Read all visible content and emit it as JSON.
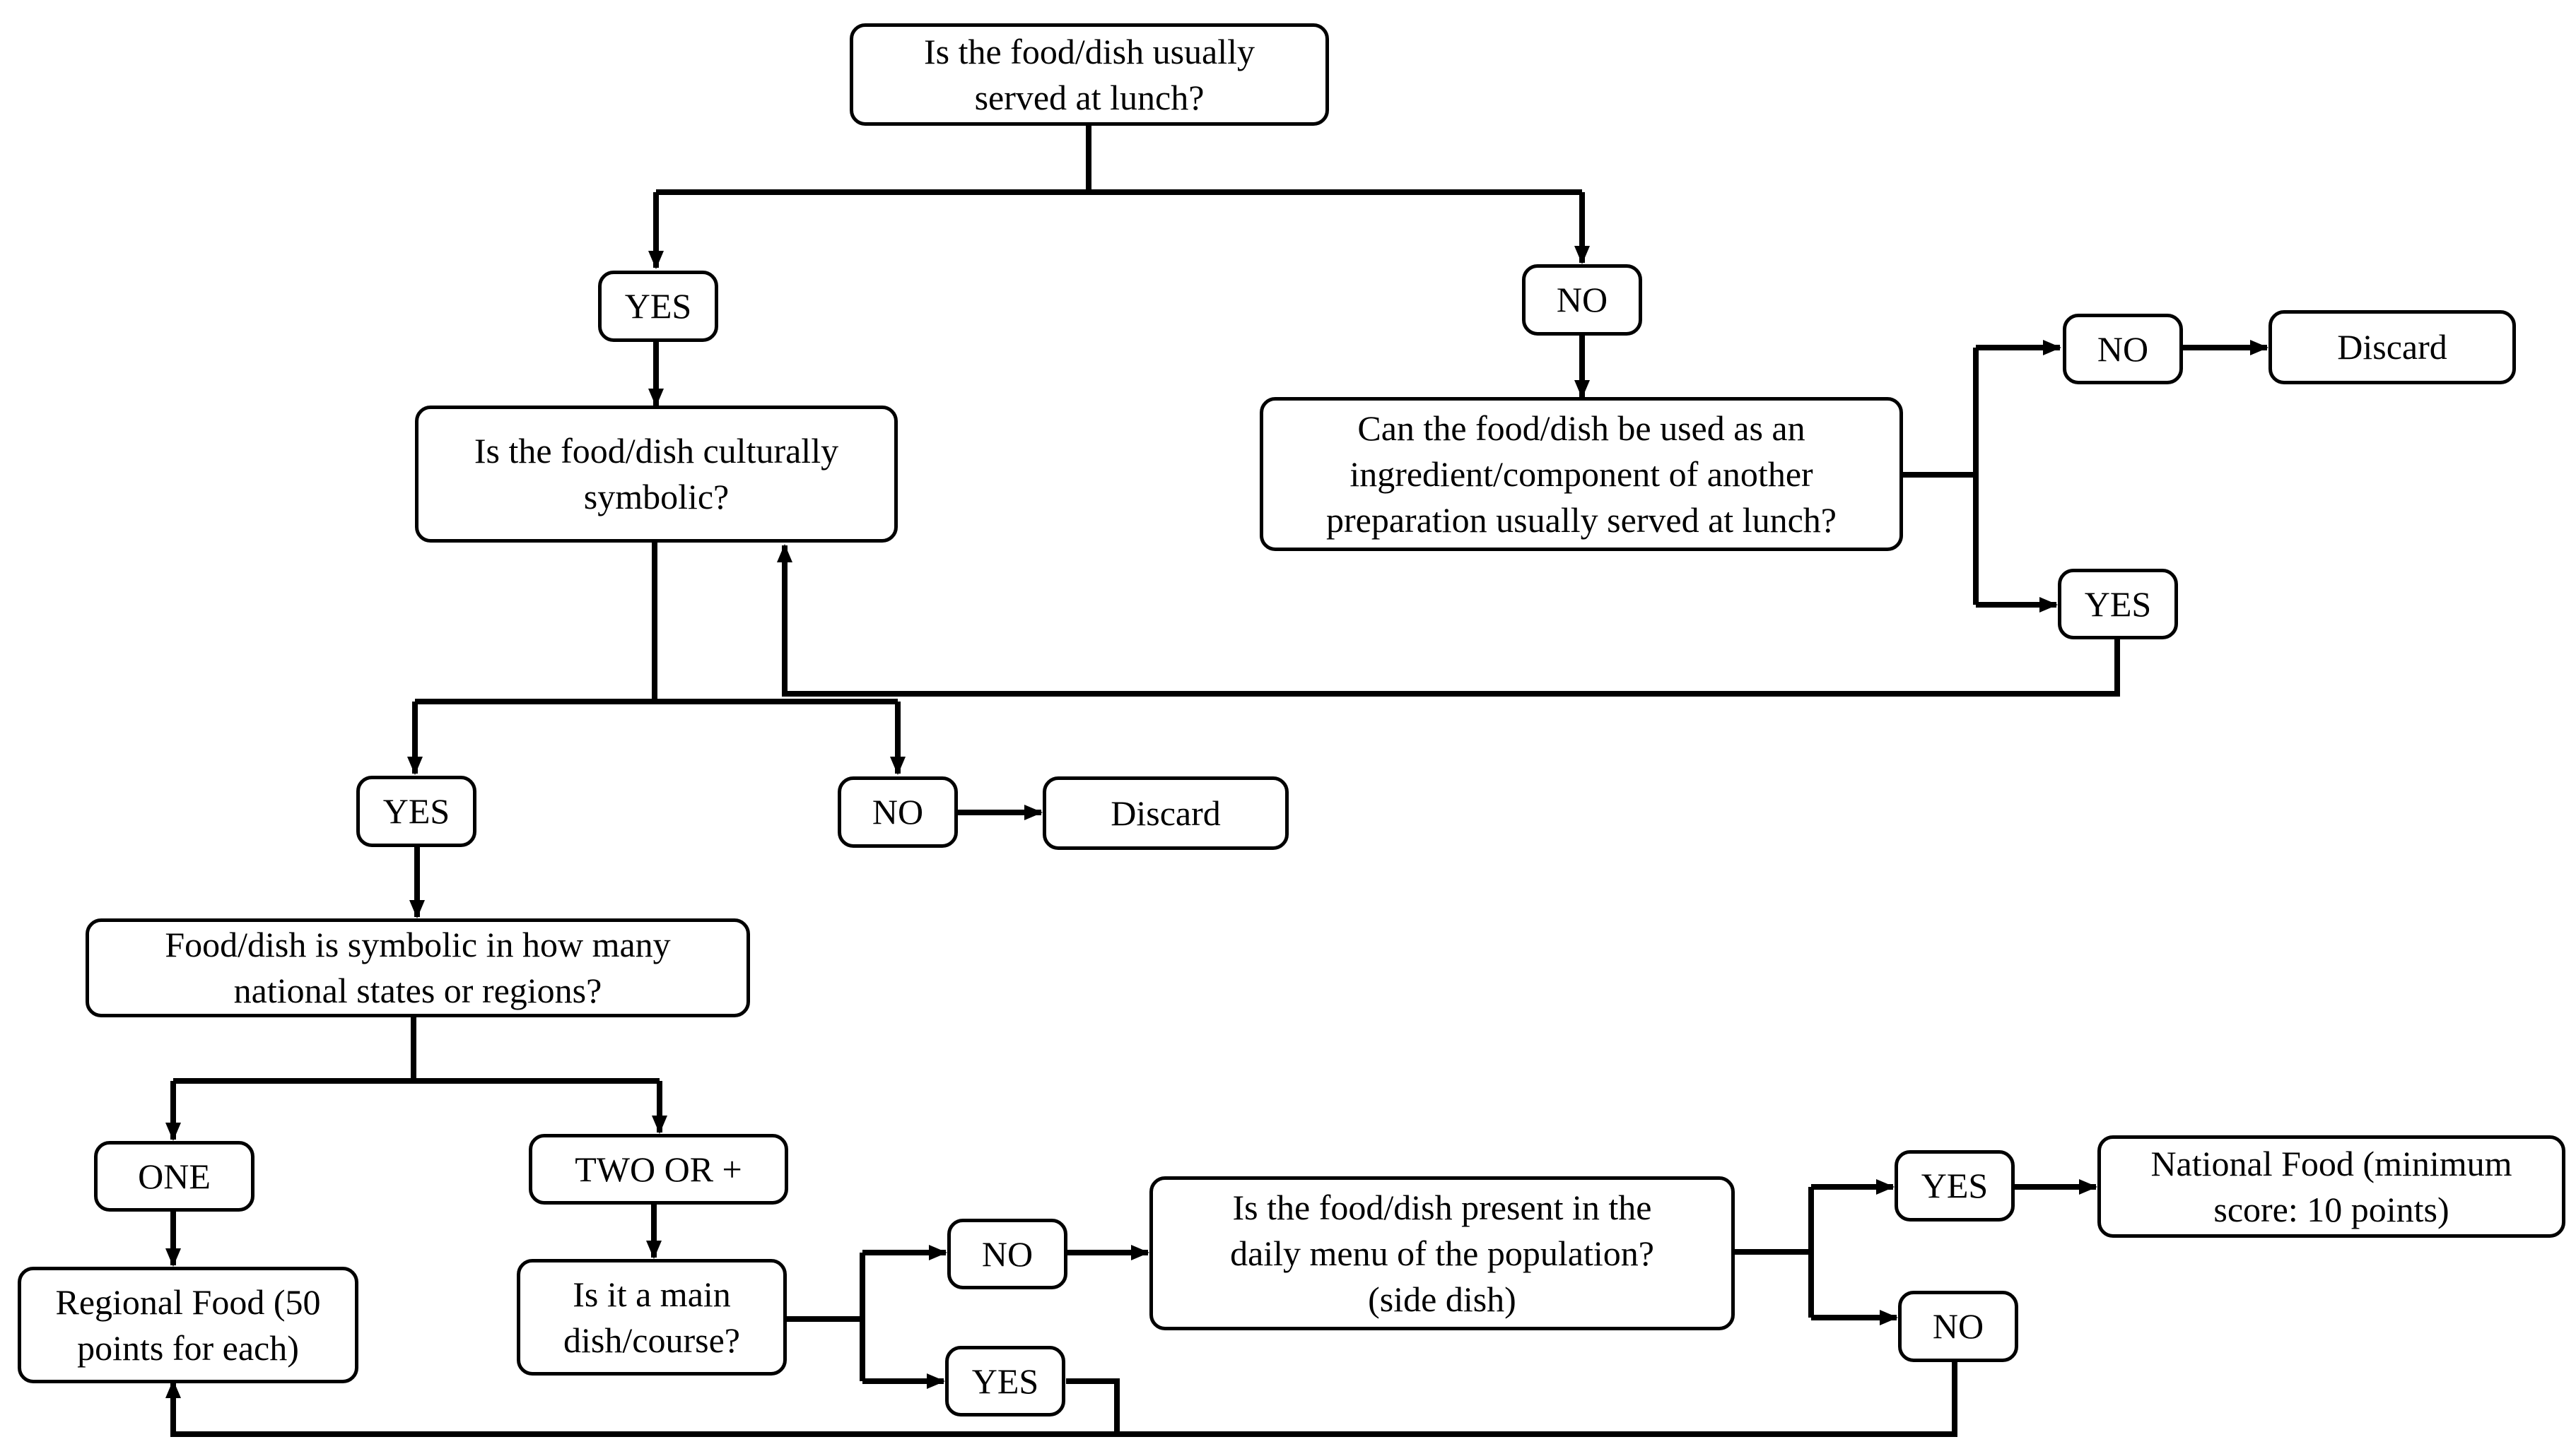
{
  "flowchart": {
    "nodes": {
      "q_lunch": "Is the food/dish usually\nserved at lunch?",
      "yes_lunch": "YES",
      "no_lunch": "NO",
      "q_symbolic": "Is the food/dish culturally\nsymbolic?",
      "q_ingredient": "Can the food/dish be used as an\ningredient/component of another\npreparation usually served at lunch?",
      "no_ingredient": "NO",
      "discard_ingredient": "Discard",
      "yes_ingredient": "YES",
      "yes_symbolic": "YES",
      "no_symbolic": "NO",
      "discard_symbolic": "Discard",
      "q_how_many": "Food/dish is symbolic in how many\nnational states or regions?",
      "one": "ONE",
      "two_or_more": "TWO OR +",
      "regional_food": "Regional Food (50\npoints for each)",
      "q_main_dish": "Is it a main\ndish/course?",
      "no_main": "NO",
      "yes_main": "YES",
      "q_daily_menu": "Is the food/dish present in the\ndaily menu of the population?\n(side dish)",
      "yes_daily": "YES",
      "no_daily": "NO",
      "national_food": "National Food (minimum\nscore: 10 points)"
    }
  }
}
